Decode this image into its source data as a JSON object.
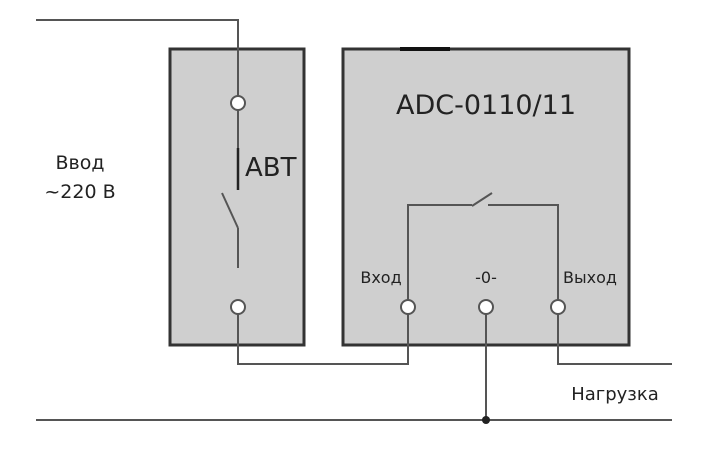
{
  "input": {
    "line1": "Ввод",
    "line2": "~220 В"
  },
  "breaker": {
    "label": "АВТ"
  },
  "relay": {
    "model": "ADC-0110/11",
    "terminal_in": "Вход",
    "terminal_zero": "-0-",
    "terminal_out": "Выход"
  },
  "load": {
    "label": "Нагрузка"
  },
  "colors": {
    "box_fill": "#cfcfcf",
    "wire": "#555555",
    "outline": "#333333"
  }
}
